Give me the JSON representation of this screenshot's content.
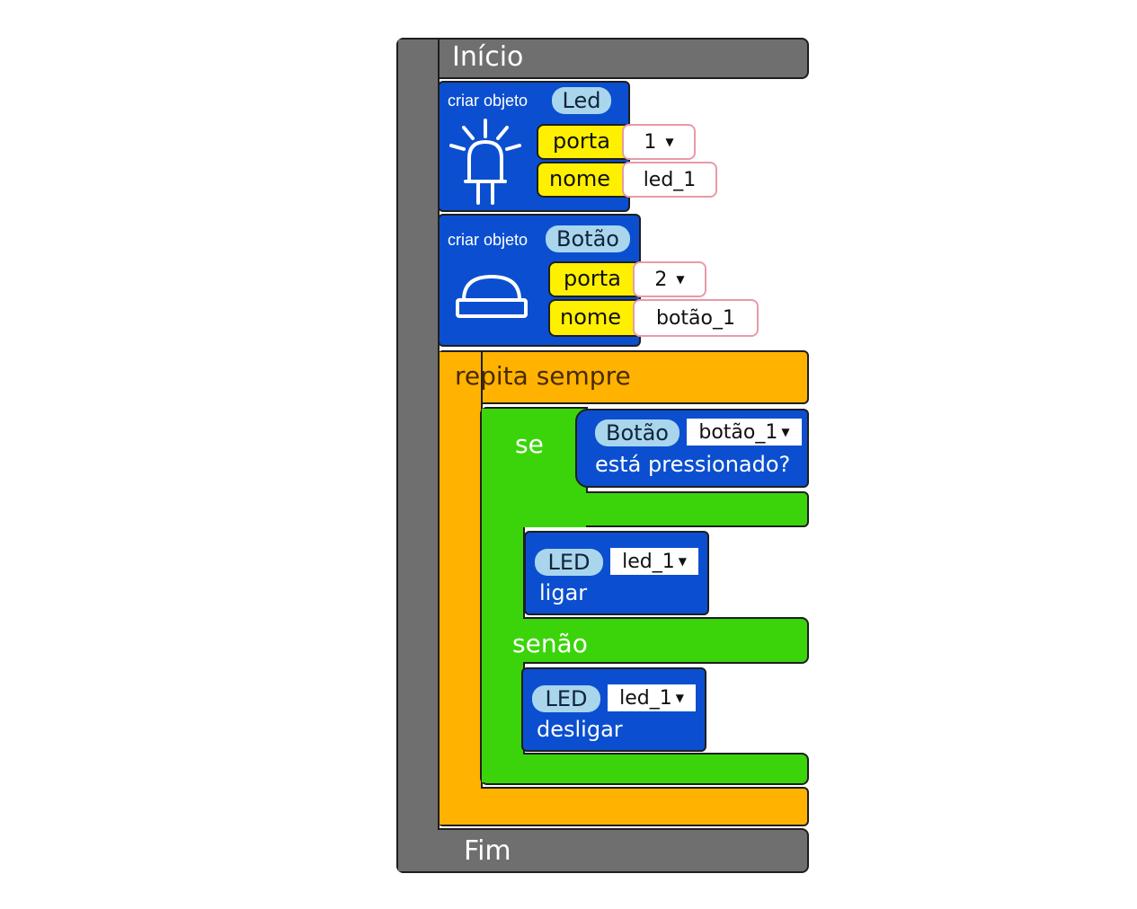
{
  "program": {
    "start_label": "Início",
    "end_label": "Fim"
  },
  "create_led": {
    "action_label": "criar objeto",
    "type_label": "Led",
    "port_label": "porta",
    "port_value": "1",
    "name_label": "nome",
    "name_value": "led_1",
    "icon": "led-icon"
  },
  "create_button": {
    "action_label": "criar objeto",
    "type_label": "Botão",
    "port_label": "porta",
    "port_value": "2",
    "name_label": "nome",
    "name_value": "botão_1",
    "icon": "push-button-icon"
  },
  "loop": {
    "label": "repita sempre"
  },
  "if_block": {
    "if_label": "se",
    "else_label": "senão",
    "condition": {
      "type_label": "Botão",
      "object_value": "botão_1",
      "text": "está pressionado?"
    }
  },
  "led_on": {
    "type_label": "LED",
    "object_value": "led_1",
    "action": "ligar"
  },
  "led_off": {
    "type_label": "LED",
    "object_value": "led_1",
    "action": "desligar"
  },
  "colors": {
    "program": "#6f6f6f",
    "create": "#0b4fd0",
    "param": "#fff000",
    "loop": "#ffb300",
    "conditional": "#3bd40b",
    "action": "#0b4fd0"
  }
}
